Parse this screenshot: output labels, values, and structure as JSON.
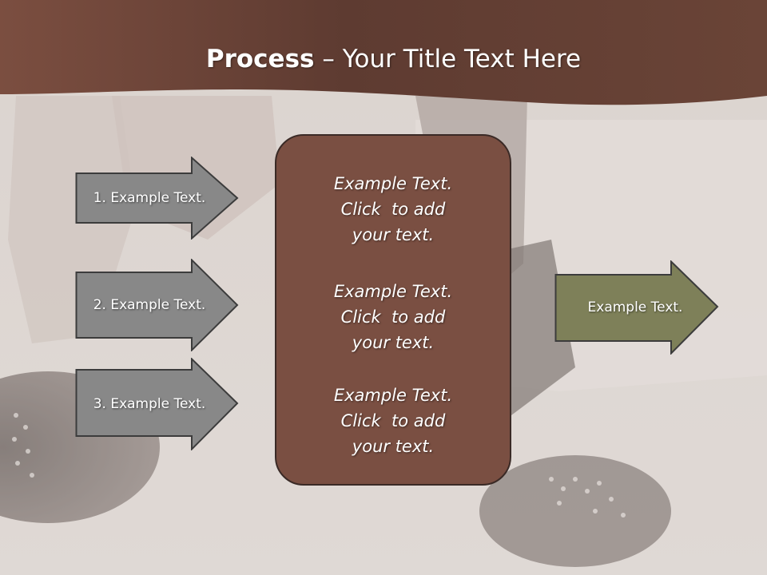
{
  "slide": {
    "title_bold": "Process",
    "title_rest": " – Your Title Text Here"
  },
  "left_arrows": [
    {
      "label": "1. Example Text."
    },
    {
      "label": "2. Example Text."
    },
    {
      "label": "3. Example Text."
    }
  ],
  "center_box": {
    "blocks": [
      {
        "lines": [
          "Example Text.",
          "Click  to add",
          "your text."
        ]
      },
      {
        "lines": [
          "Example Text.",
          "Click  to add",
          "your text."
        ]
      },
      {
        "lines": [
          "Example Text.",
          "Click  to add",
          "your text."
        ]
      }
    ]
  },
  "right_arrow": {
    "label": "Example Text."
  },
  "colors": {
    "header_brown": "#5f3c31",
    "center_box_fill": "#7a4f42",
    "left_arrow_fill": "#888888",
    "right_arrow_fill": "#7e8059"
  }
}
